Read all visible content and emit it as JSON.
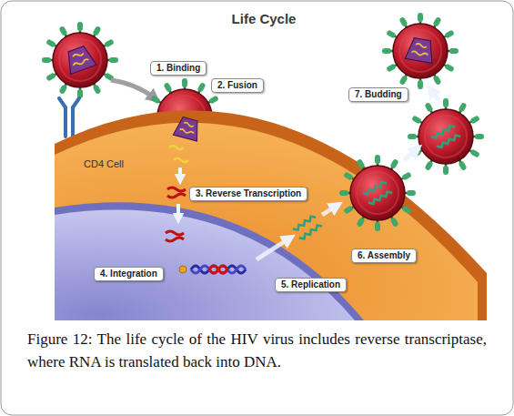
{
  "diagram": {
    "title": "Life Cycle",
    "caption": "Figure 12: The life cycle of the HIV virus includes reverse transcriptase, where RNA is translated back into DNA.",
    "nodes": [
      {
        "text": [
          "1. Binding"
        ]
      },
      {
        "text": [
          "2. Fusion"
        ]
      },
      {
        "text": [
          "3. Reverse Transcription"
        ]
      },
      {
        "text": [
          "4. Integration"
        ]
      },
      {
        "text": [
          "5. Replication"
        ]
      },
      {
        "text": [
          "6. Assembly"
        ]
      },
      {
        "text": [
          "7. Budding"
        ]
      }
    ],
    "labels": [
      "CD4 Cell"
    ]
  }
}
